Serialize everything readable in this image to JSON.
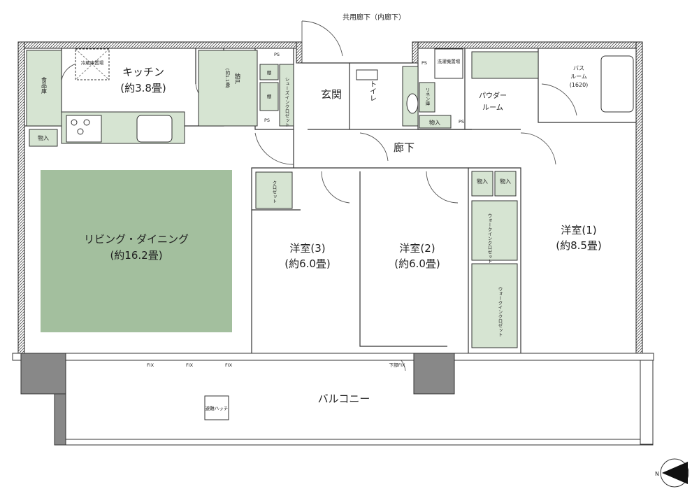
{
  "corridor": "共用廊下（内廊下）",
  "kitchen": {
    "name": "キッチン",
    "size": "(約3.8畳)"
  },
  "pantry": "食品庫",
  "fridge": "冷蔵庫置場",
  "storage": "物入",
  "nando": {
    "name": "納戸",
    "size": "(約1.1畳)"
  },
  "tana": "棚",
  "shoes_closet": "シューズインクロゼット",
  "ps": "PS",
  "entrance": "玄関",
  "toilet": "トイレ",
  "linen": "リネン庫",
  "laundry": "洗濯機置場",
  "powder": {
    "line1": "パウダー",
    "line2": "ルーム"
  },
  "bath": {
    "line1": "バス",
    "line2": "ルーム",
    "size": "(1620)"
  },
  "hallway": "廊下",
  "living": {
    "name": "リビング・ダイニング",
    "size": "(約16.2畳)"
  },
  "closet": "クロゼット",
  "wic": "ウォークインクロゼット",
  "room3": {
    "name": "洋室(3)",
    "size": "(約6.0畳)"
  },
  "room2": {
    "name": "洋室(2)",
    "size": "(約6.0畳)"
  },
  "room1": {
    "name": "洋室(1)",
    "size": "(約8.5畳)"
  },
  "fix": "FIX",
  "lower_fix": "下部FIX",
  "balcony": "バルコニー",
  "hatch": "避難ハッチ",
  "north": "N"
}
